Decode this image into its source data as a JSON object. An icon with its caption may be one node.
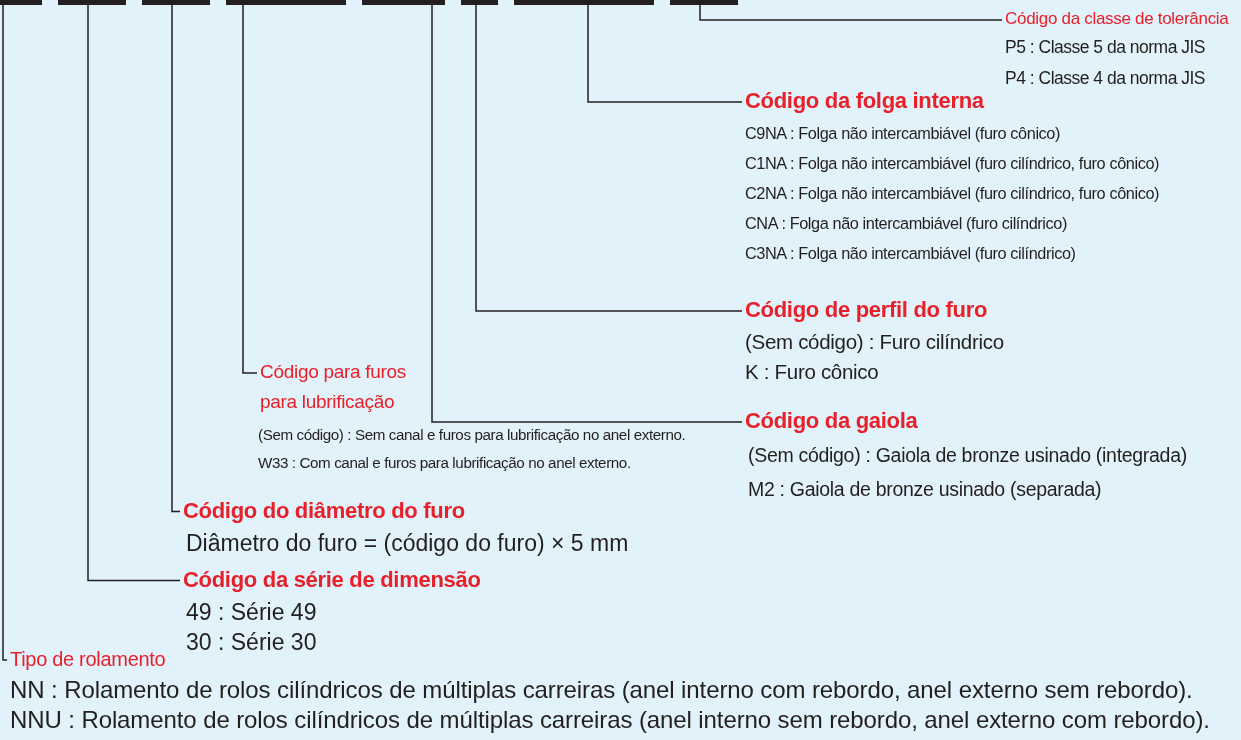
{
  "diagram": {
    "nodes": [
      {
        "text": [],
        "shape": "bar"
      },
      {
        "text": [],
        "shape": "bar"
      },
      {
        "text": [],
        "shape": "bar"
      },
      {
        "text": [],
        "shape": "bar"
      },
      {
        "text": [],
        "shape": "bar"
      },
      {
        "text": [],
        "shape": "bar"
      },
      {
        "text": [],
        "shape": "bar"
      },
      {
        "text": [],
        "shape": "bar"
      },
      {
        "text": [
          "Código da classe de tolerância",
          "P5 : Classe 5 da norma JIS",
          "P4 : Classe 4 da norma JIS"
        ]
      },
      {
        "text": [
          "Código da folga interna",
          "C9NA : Folga não intercambiável (furo cônico)",
          "C1NA : Folga não intercambiável (furo cilíndrico, furo cônico)",
          "C2NA : Folga não intercambiável (furo cilíndrico, furo cônico)",
          "CNA : Folga não intercambiável (furo cilíndrico)",
          "C3NA : Folga não intercambiável (furo cilíndrico)"
        ]
      },
      {
        "text": [
          "Código de perfil do furo",
          "(Sem código) : Furo cilíndrico",
          "K : Furo cônico"
        ]
      },
      {
        "text": [
          "Código para furos para lubrificação",
          "(Sem código) : Sem canal e furos para lubrificação no anel externo.",
          "W33 : Com canal e furos para lubrificação no anel externo."
        ]
      },
      {
        "text": [
          "Código da gaiola",
          "(Sem código) : Gaiola de bronze usinado (integrada)",
          "M2 : Gaiola de bronze usinado (separada)"
        ]
      },
      {
        "text": [
          "Código do diâmetro do furo",
          "Diâmetro do furo = (código do furo) × 5 mm"
        ]
      },
      {
        "text": [
          "Código da série de dimensão",
          "49 : Série 49",
          "30 : Série 30"
        ]
      },
      {
        "text": [
          "Tipo de rolamento",
          "NN : Rolamento de rolos cilíndricos de múltiplas carreiras (anel interno com rebordo, anel externo sem rebordo).",
          "NNU : Rolamento de rolos cilíndricos de múltiplas carreiras (anel interno sem rebordo, anel externo com rebordo)."
        ]
      }
    ],
    "edges": [
      {
        "from": 0,
        "to": 15,
        "arrow": "none"
      },
      {
        "from": 1,
        "to": 14,
        "arrow": "none"
      },
      {
        "from": 2,
        "to": 13,
        "arrow": "none"
      },
      {
        "from": 3,
        "to": 11,
        "arrow": "none"
      },
      {
        "from": 4,
        "to": 12,
        "arrow": "none"
      },
      {
        "from": 5,
        "to": 10,
        "arrow": "none"
      },
      {
        "from": 6,
        "to": 9,
        "arrow": "none"
      },
      {
        "from": 7,
        "to": 8,
        "arrow": "none"
      }
    ]
  }
}
